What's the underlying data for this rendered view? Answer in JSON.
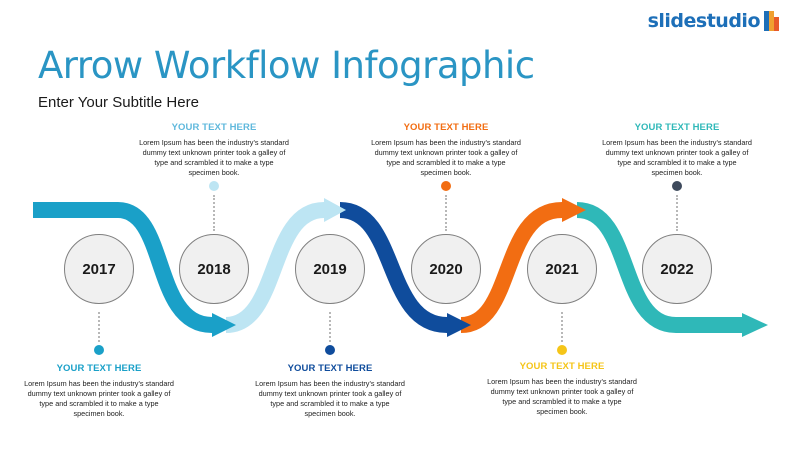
{
  "brand": {
    "logo_text": "slidestudio"
  },
  "title": "Arrow Workflow Infographic",
  "subtitle": "Enter Your Subtitle Here",
  "colors": {
    "title": "#2a95c4",
    "seg_2017": "#1aa0c8",
    "seg_2018": "#bde5f3",
    "seg_2019": "#0f4c9c",
    "seg_2020": "#f26d12",
    "seg_2021": "#2fb8b8"
  },
  "milestones": [
    {
      "year": "2017",
      "heading": "YOUR TEXT HERE",
      "body": "Lorem Ipsum has been the industry's standard dummy text unknown printer took a galley of type and scrambled it to make a type specimen book.",
      "color": "#1aa0c8"
    },
    {
      "year": "2018",
      "heading": "YOUR TEXT HERE",
      "body": "Lorem Ipsum has been the industry's standard dummy text unknown printer took a galley of type and scrambled it to make a type specimen book.",
      "color": "#5fb8dc"
    },
    {
      "year": "2019",
      "heading": "YOUR TEXT HERE",
      "body": "Lorem Ipsum has been the industry's standard dummy text unknown printer took a galley of type and scrambled it to make a type specimen book.",
      "color": "#0f4c9c"
    },
    {
      "year": "2020",
      "heading": "YOUR TEXT HERE",
      "body": "Lorem Ipsum has been the industry's standard dummy text unknown printer took a galley of type and scrambled it to make a type specimen book.",
      "color": "#f26d12"
    },
    {
      "year": "2021",
      "heading": "YOUR TEXT HERE",
      "body": "Lorem Ipsum has been the industry's standard dummy text unknown printer took a galley of type and scrambled it to make a type specimen book.",
      "color": "#f5c518"
    },
    {
      "year": "2022",
      "heading": "YOUR TEXT HERE",
      "body": "Lorem Ipsum has been the industry's standard dummy text unknown printer took a galley of type and scrambled it to make a type specimen book.",
      "color": "#2fb8b8"
    }
  ]
}
